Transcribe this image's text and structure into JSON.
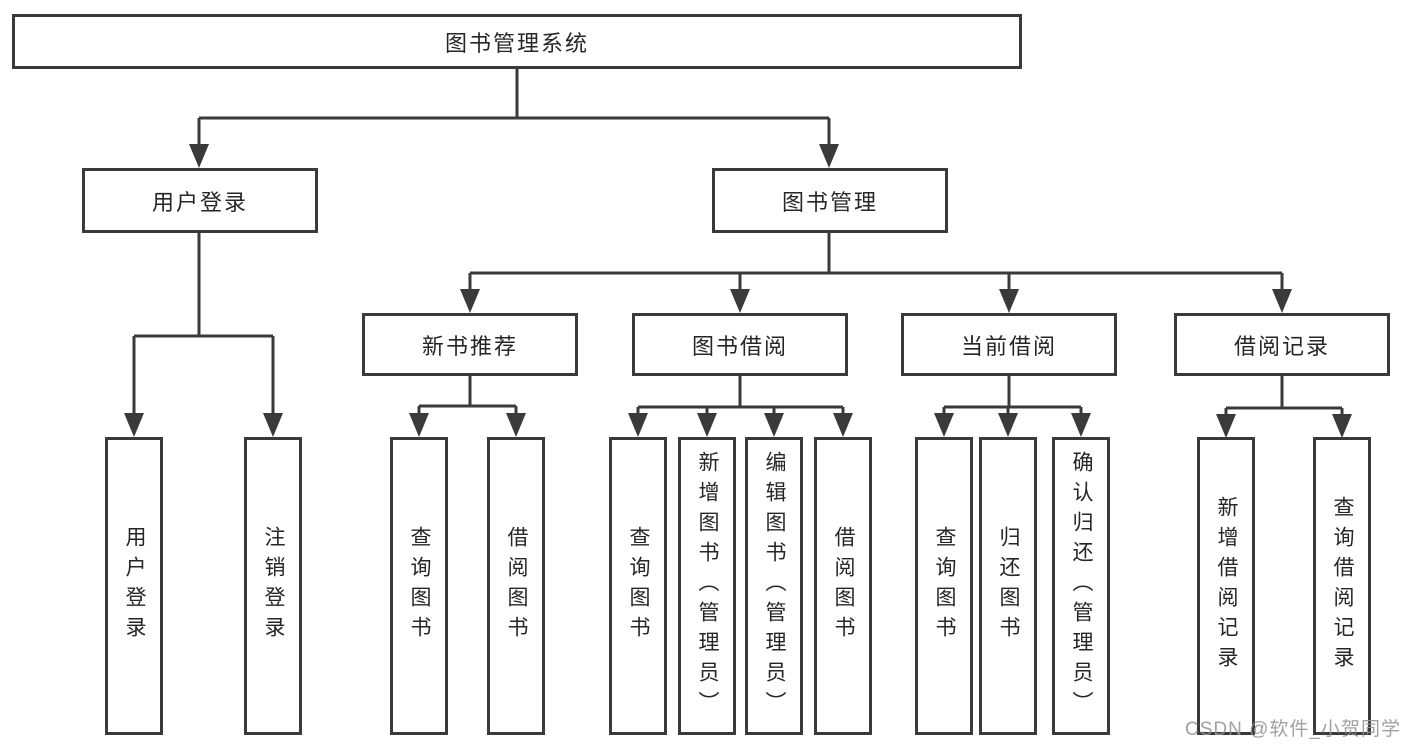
{
  "diagram": {
    "root": {
      "label": "图书管理系统"
    },
    "level2": [
      {
        "label": "用户登录",
        "parent": "图书管理系统"
      },
      {
        "label": "图书管理",
        "parent": "图书管理系统"
      }
    ],
    "level3": [
      {
        "label": "新书推荐",
        "parent": "图书管理"
      },
      {
        "label": "图书借阅",
        "parent": "图书管理"
      },
      {
        "label": "当前借阅",
        "parent": "图书管理"
      },
      {
        "label": "借阅记录",
        "parent": "图书管理"
      }
    ],
    "leaves": [
      {
        "label": "用户登录",
        "parent": "用户登录"
      },
      {
        "label": "注销登录",
        "parent": "用户登录"
      },
      {
        "label": "查询图书",
        "parent": "新书推荐"
      },
      {
        "label": "借阅图书",
        "parent": "新书推荐"
      },
      {
        "label": "查询图书",
        "parent": "图书借阅"
      },
      {
        "label": "新增图书（管理员）",
        "parent": "图书借阅"
      },
      {
        "label": "编辑图书（管理员）",
        "parent": "图书借阅"
      },
      {
        "label": "借阅图书",
        "parent": "图书借阅"
      },
      {
        "label": "查询图书",
        "parent": "当前借阅"
      },
      {
        "label": "归还图书",
        "parent": "当前借阅"
      },
      {
        "label": "确认归还（管理员）",
        "parent": "当前借阅"
      },
      {
        "label": "新增借阅记录",
        "parent": "借阅记录"
      },
      {
        "label": "查询借阅记录",
        "parent": "借阅记录"
      }
    ]
  },
  "watermark": {
    "text": "CSDN @软件_小贺同学"
  },
  "colors": {
    "line": "#3a3a3a",
    "box_border": "#3a3a3a",
    "text": "#262626",
    "background": "#ffffff",
    "watermark": "#949494"
  }
}
